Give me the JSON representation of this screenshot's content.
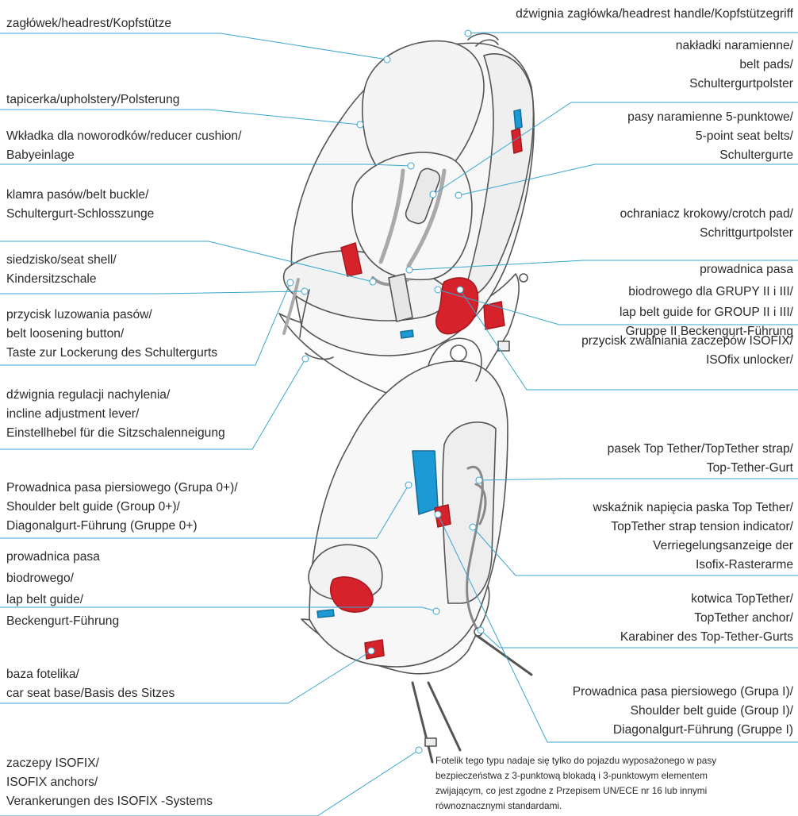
{
  "colors": {
    "leader_line": "#3aa6cf",
    "text": "#2a2a2a",
    "seat_outline": "#555555",
    "accent_red": "#d6222a",
    "accent_blue": "#1c9ad6"
  },
  "labels_top_left": {
    "headrest": [
      "zagłówek/headrest/Kopfstütze"
    ],
    "upholstery": [
      "tapicerka/upholstery/Polsterung"
    ],
    "reducer": [
      "Wkładka dla noworodków/reducer cushion/",
      "Babyeinlage"
    ],
    "buckle": [
      "klamra pasów/belt buckle/",
      "Schultergurt-Schlosszunge"
    ],
    "shell": [
      "siedzisko/seat shell/",
      "Kindersitzschale"
    ],
    "loosen": [
      "przycisk luzowania pasów/",
      "belt loosening button/",
      "Taste zur Lockerung des Schultergurts"
    ],
    "incline": [
      "dźwignia regulacji nachylenia/",
      "incline adjustment lever/",
      "Einstellhebel für die Sitzschalenneigung"
    ]
  },
  "labels_top_right": {
    "headrest_handle": [
      "dźwignia zagłówka/headrest handle/Kopfstützegriff"
    ],
    "belt_pads": [
      "nakładki naramienne/",
      "belt pads/",
      "Schultergurtpolster"
    ],
    "five_point": [
      "pasy naramienne 5-punktowe/",
      "5-point seat belts/",
      "Schultergurte"
    ],
    "crotch": [
      "ochraniacz krokowy/crotch pad/",
      "Schrittgurtpolster"
    ],
    "lap_guide_2_3": [
      "prowadnica pasa",
      "biodrowego dla GRUPY II i III/",
      "lap belt guide for GROUP II i III/",
      "Gruppe II Beckengurt-Führung"
    ],
    "isofix_release": [
      "przycisk zwalniania zaczepów ISOFIX/",
      "ISOfix unlocker/"
    ]
  },
  "labels_bottom_left": {
    "shoulder_guide_0": [
      "Prowadnica pasa piersiowego (Grupa 0+)/",
      "Shoulder belt guide (Group 0+)/",
      "Diagonalgurt-Führung (Gruppe 0+)"
    ],
    "lap_guide": [
      "prowadnica pasa",
      "biodrowego/",
      "lap belt guide/",
      "Beckengurt-Führung"
    ],
    "base": [
      "baza fotelika/",
      "car seat base/Basis des Sitzes"
    ],
    "isofix_anchors": [
      "zaczepy ISOFIX/",
      "ISOFIX anchors/",
      "Verankerungen des ISOFIX -Systems"
    ]
  },
  "labels_bottom_right": {
    "tether_strap": [
      "pasek Top Tether/TopTether strap/",
      "Top-Tether-Gurt"
    ],
    "tension": [
      "wskaźnik napięcia paska Top Tether/",
      "TopTether strap tension indicator/",
      "Verriegelungsanzeige der",
      "Isofix-Rasterarme"
    ],
    "tether_anchor": [
      "kotwica TopTether/",
      "TopTether anchor/",
      "Karabiner des Top-Tether-Gurts"
    ],
    "shoulder_guide_1": [
      "Prowadnica pasa piersiowego (Grupa I)/",
      "Shoulder belt guide (Group I)/",
      "Diagonalgurt-Führung (Gruppe I)"
    ]
  },
  "note": [
    "Fotelik tego typu nadaje się tylko do pojazdu wyposażonego w pasy",
    "bezpieczeństwa z 3-punktową blokadą i 3-punktowym elementem",
    "zwijającym, co jest zgodne z Przepisem UN/ECE nr 16 lub innymi",
    "równoznacznymi standardami."
  ]
}
